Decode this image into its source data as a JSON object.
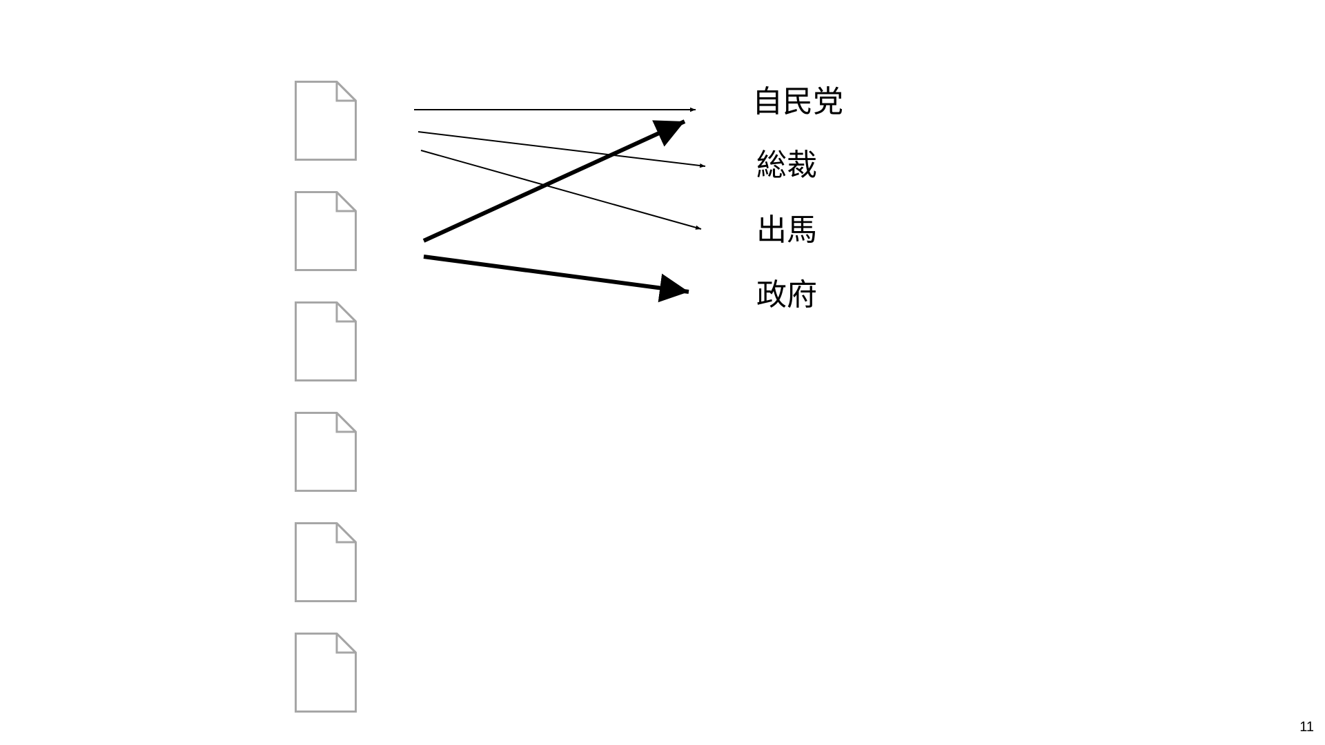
{
  "words": [
    {
      "id": "w1",
      "text": "自民党"
    },
    {
      "id": "w2",
      "text": "総裁"
    },
    {
      "id": "w3",
      "text": "出馬"
    },
    {
      "id": "w4",
      "text": "政府"
    }
  ],
  "documents": [
    {
      "id": "d1",
      "icon": "document-icon"
    },
    {
      "id": "d2",
      "icon": "document-icon"
    },
    {
      "id": "d3",
      "icon": "document-icon"
    },
    {
      "id": "d4",
      "icon": "document-icon"
    },
    {
      "id": "d5",
      "icon": "document-icon"
    },
    {
      "id": "d6",
      "icon": "document-icon"
    }
  ],
  "links": [
    {
      "from": "d1",
      "to": "w1",
      "weight": "thin"
    },
    {
      "from": "d1",
      "to": "w2",
      "weight": "thin"
    },
    {
      "from": "d1",
      "to": "w3",
      "weight": "thin"
    },
    {
      "from": "d2",
      "to": "w1",
      "weight": "thick"
    },
    {
      "from": "d2",
      "to": "w4",
      "weight": "thick"
    }
  ],
  "colors": {
    "document_outline": "#a6a6a6",
    "arrow": "#000000",
    "text": "#000000"
  },
  "page_number": "11"
}
